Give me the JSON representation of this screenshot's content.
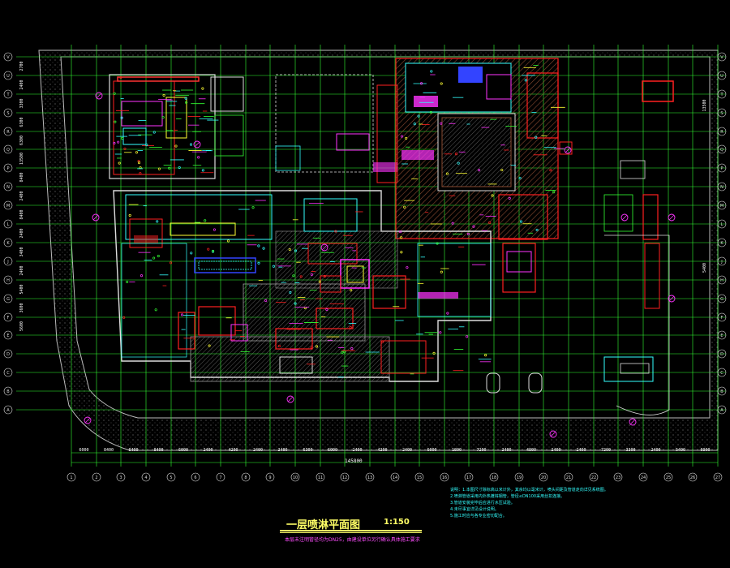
{
  "drawing": {
    "title": "一层喷淋平面图",
    "scale": "1:150",
    "note_under_title": "本层未注明管径均为DN25，由建设单位另行确认具体施工要求",
    "total_dimension": "145800",
    "bottom_dimensions": [
      "6000",
      "8400",
      "8400",
      "8400",
      "6000",
      "2400",
      "4200",
      "2400",
      "2400",
      "6300",
      "6000",
      "2400",
      "4200",
      "2400",
      "6000",
      "1800",
      "7200",
      "2400",
      "4800",
      "2400",
      "2400",
      "7200",
      "3300",
      "2400",
      "5400",
      "6900",
      "2400"
    ],
    "left_axis_labels": [
      "V",
      "U",
      "T",
      "S",
      "R",
      "Q",
      "P",
      "N",
      "M",
      "L",
      "K",
      "J",
      "H",
      "G",
      "F",
      "E",
      "D",
      "C",
      "B",
      "A"
    ],
    "left_dimensions": [
      "2700",
      "2400",
      "3300",
      "6300",
      "6300",
      "13500",
      "8400",
      "2400",
      "8400",
      "2400",
      "3400",
      "2400",
      "5400",
      "3600",
      "5600"
    ],
    "right_axis_labels": [
      "V",
      "U",
      "T",
      "S",
      "R",
      "Q",
      "P",
      "N",
      "M",
      "L",
      "K",
      "J",
      "H",
      "G",
      "F",
      "E",
      "D",
      "C",
      "B",
      "A"
    ],
    "right_dimensions": [
      "13500",
      "5400"
    ],
    "bottom_axis_labels": [
      "1",
      "2",
      "3",
      "4",
      "5",
      "6",
      "7",
      "8",
      "9",
      "10",
      "11",
      "12",
      "13",
      "14",
      "15",
      "16",
      "17",
      "18",
      "19",
      "20",
      "21",
      "22",
      "23",
      "24",
      "25",
      "26",
      "27"
    ],
    "notes": [
      "说明：1.本图尺寸除标高以米计外，其余均以毫米计，喷头间距及管道走向详见系统图。",
      "2.喷淋管道采用内外热镀锌钢管，管径≤DN100采用丝扣连接。",
      "3.管道安装完毕后应进行水压试验。",
      "4.未尽事宜详见设计说明。",
      "5.施工时应与各专业密切配合。"
    ]
  },
  "colors": {
    "background": "#000000",
    "grid_green": "#33ff33",
    "wall_white": "#dddddd",
    "cyan": "#00ffff",
    "red": "#ff2020",
    "magenta": "#ff33ff",
    "yellow": "#ffff33",
    "blue": "#3344ff",
    "brown": "#8a4a30"
  }
}
